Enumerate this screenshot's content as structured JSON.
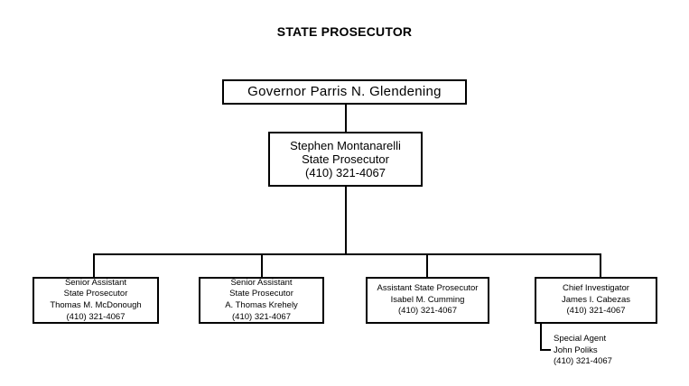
{
  "chart_data": {
    "type": "diagram",
    "title": "STATE PROSECUTOR",
    "layout": "top-down organizational hierarchy",
    "nodes": [
      {
        "id": "governor",
        "level": 1,
        "boxed": true,
        "lines": [
          "Governor Parris N. Glendening"
        ]
      },
      {
        "id": "prosecutor",
        "level": 2,
        "boxed": true,
        "lines": [
          "Stephen Montanarelli",
          "State Prosecutor",
          "(410) 321-4067"
        ]
      },
      {
        "id": "mcdonough",
        "level": 3,
        "boxed": true,
        "lines": [
          "Senior Assistant",
          "State Prosecutor",
          "Thomas M. McDonough",
          "(410) 321-4067"
        ]
      },
      {
        "id": "krehely",
        "level": 3,
        "boxed": true,
        "lines": [
          "Senior Assistant",
          "State Prosecutor",
          "A. Thomas Krehely",
          "(410) 321-4067"
        ]
      },
      {
        "id": "cumming",
        "level": 3,
        "boxed": true,
        "lines": [
          "Assistant State Prosecutor",
          "Isabel M. Cumming",
          "(410) 321-4067"
        ]
      },
      {
        "id": "cabezas",
        "level": 3,
        "boxed": true,
        "lines": [
          "Chief Investigator",
          "James I. Cabezas",
          "(410) 321-4067"
        ]
      },
      {
        "id": "poliks",
        "level": 4,
        "boxed": false,
        "lines": [
          "Special Agent",
          "John Poliks",
          "(410) 321-4067"
        ]
      }
    ],
    "edges": [
      {
        "from": "governor",
        "to": "prosecutor",
        "style": "straight-vertical"
      },
      {
        "from": "prosecutor",
        "to": "mcdonough",
        "style": "orthogonal-bus"
      },
      {
        "from": "prosecutor",
        "to": "krehely",
        "style": "orthogonal-bus"
      },
      {
        "from": "prosecutor",
        "to": "cumming",
        "style": "orthogonal-bus"
      },
      {
        "from": "prosecutor",
        "to": "cabezas",
        "style": "orthogonal-bus"
      },
      {
        "from": "cabezas",
        "to": "poliks",
        "style": "elbow"
      }
    ],
    "colors": {
      "background": "#ffffff",
      "line": "#000000",
      "text": "#000000"
    }
  },
  "title": {
    "text": "STATE PROSECUTOR"
  },
  "nodes": {
    "governor": {
      "line1": "Governor Parris N. Glendening"
    },
    "prosecutor": {
      "line1": "Stephen Montanarelli",
      "line2": "State Prosecutor",
      "line3": "(410) 321-4067"
    },
    "mcdonough": {
      "line1": "Senior Assistant",
      "line2": "State Prosecutor",
      "line3": "Thomas M. McDonough",
      "line4": "(410) 321-4067"
    },
    "krehely": {
      "line1": "Senior Assistant",
      "line2": "State Prosecutor",
      "line3": "A. Thomas Krehely",
      "line4": "(410) 321-4067"
    },
    "cumming": {
      "line1": "Assistant State Prosecutor",
      "line2": "Isabel M. Cumming",
      "line3": "(410) 321-4067"
    },
    "cabezas": {
      "line1": "Chief Investigator",
      "line2": "James I. Cabezas",
      "line3": "(410) 321-4067"
    },
    "poliks": {
      "line1": "Special Agent",
      "line2": "John Poliks",
      "line3": "(410) 321-4067"
    }
  }
}
